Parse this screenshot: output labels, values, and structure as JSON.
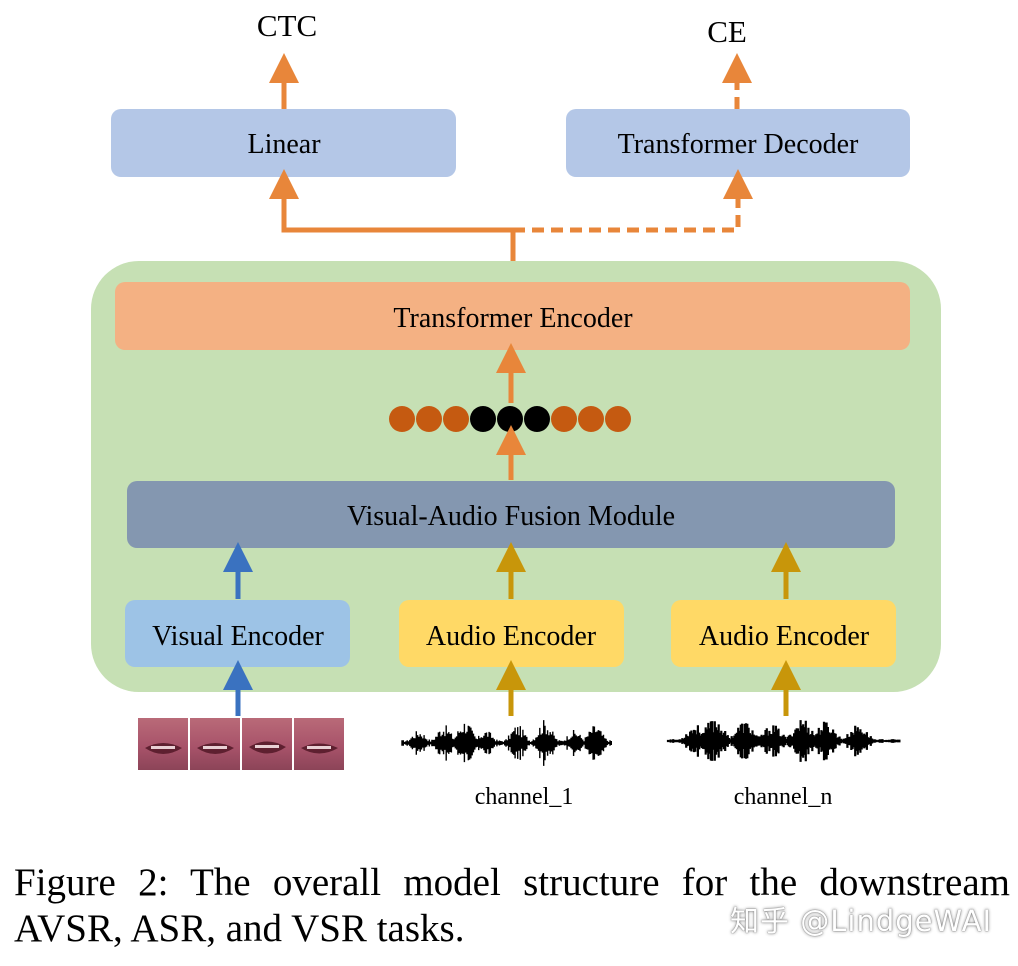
{
  "outputs": {
    "ctc": "CTC",
    "ce": "CE"
  },
  "blocks": {
    "linear": "Linear",
    "transformer_decoder": "Transformer Decoder",
    "transformer_encoder": "Transformer Encoder",
    "fusion_module": "Visual-Audio Fusion Module",
    "visual_encoder": "Visual Encoder",
    "audio_encoder_1": "Audio Encoder",
    "audio_encoder_n": "Audio Encoder"
  },
  "inputs": {
    "channel_1": "channel_1",
    "channel_n": "channel_n"
  },
  "tokens": [
    "audio",
    "audio",
    "audio",
    "visual",
    "visual",
    "visual",
    "audio",
    "audio",
    "audio"
  ],
  "caption": "Figure 2: The overall model structure for the downstream AVSR, ASR, and VSR tasks.",
  "watermark": "知乎 @LindgeWAI",
  "colors": {
    "arrow_orange": "#E8863A",
    "arrow_blue": "#3A72C0",
    "arrow_gold": "#C8960A",
    "green_panel": "#C6E0B4",
    "linear_box": "#B4C7E7",
    "encoder_box": "#F4B183",
    "fusion_box": "#8497B0",
    "visual_box": "#9DC3E6",
    "audio_box": "#FFD966",
    "token_audio": "#C55A11",
    "token_visual": "#000000"
  }
}
